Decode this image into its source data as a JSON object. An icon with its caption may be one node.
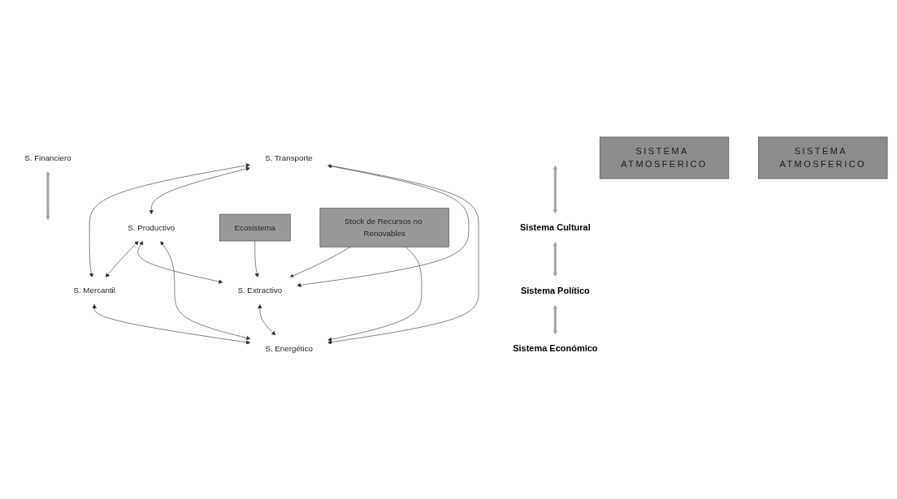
{
  "diagram": {
    "nodes": [
      {
        "text": [
          "SISTEMA ATMOSFERICO"
        ]
      },
      {
        "text": [
          "S. Transporte"
        ]
      },
      {
        "text": [
          "S. Mercantil"
        ]
      },
      {
        "text": [
          "S. Productivo"
        ]
      },
      {
        "text": [
          "S. Extractivo"
        ]
      },
      {
        "text": [
          "S. Energético"
        ]
      },
      {
        "text": [
          "S. Financiero"
        ]
      },
      {
        "text": [
          "Sistema Cultural"
        ]
      },
      {
        "text": [
          "Sistema Político"
        ]
      },
      {
        "text": [
          "Sistema Económico"
        ]
      },
      {
        "text": [
          "Ecosistema"
        ]
      },
      {
        "text": [
          "Stock de Recursos no Renovables"
        ]
      },
      {
        "text": [
          "SISTEMA ATMOSFERICO"
        ]
      }
    ],
    "edges": [
      {
        "from": 1,
        "to": 2,
        "arrow": "both"
      },
      {
        "from": 1,
        "to": 3,
        "arrow": "both"
      },
      {
        "from": 2,
        "to": 3,
        "arrow": "both"
      },
      {
        "from": 1,
        "to": 4,
        "arrow": "both"
      },
      {
        "from": 3,
        "to": 4,
        "arrow": "both"
      },
      {
        "from": 3,
        "to": 5,
        "arrow": "both"
      },
      {
        "from": 2,
        "to": 5,
        "arrow": "both"
      },
      {
        "from": 4,
        "to": 5,
        "arrow": "both"
      },
      {
        "from": 1,
        "to": 5,
        "arrow": "to"
      },
      {
        "from": 6,
        "to": null,
        "arrow": "both",
        "style": "thick",
        "color": "#a6a6a6"
      },
      {
        "from": null,
        "to": 7,
        "arrow": "both",
        "style": "thick",
        "color": "#a6a6a6"
      },
      {
        "from": 7,
        "to": 8,
        "arrow": "both",
        "style": "thick",
        "color": "#a6a6a6"
      },
      {
        "from": 8,
        "to": 9,
        "arrow": "both",
        "style": "thick",
        "color": "#a6a6a6"
      },
      {
        "from": 10,
        "to": 4,
        "arrow": "to"
      },
      {
        "from": 11,
        "to": 4,
        "arrow": "to"
      },
      {
        "from": 11,
        "to": 5,
        "arrow": "to"
      }
    ]
  }
}
